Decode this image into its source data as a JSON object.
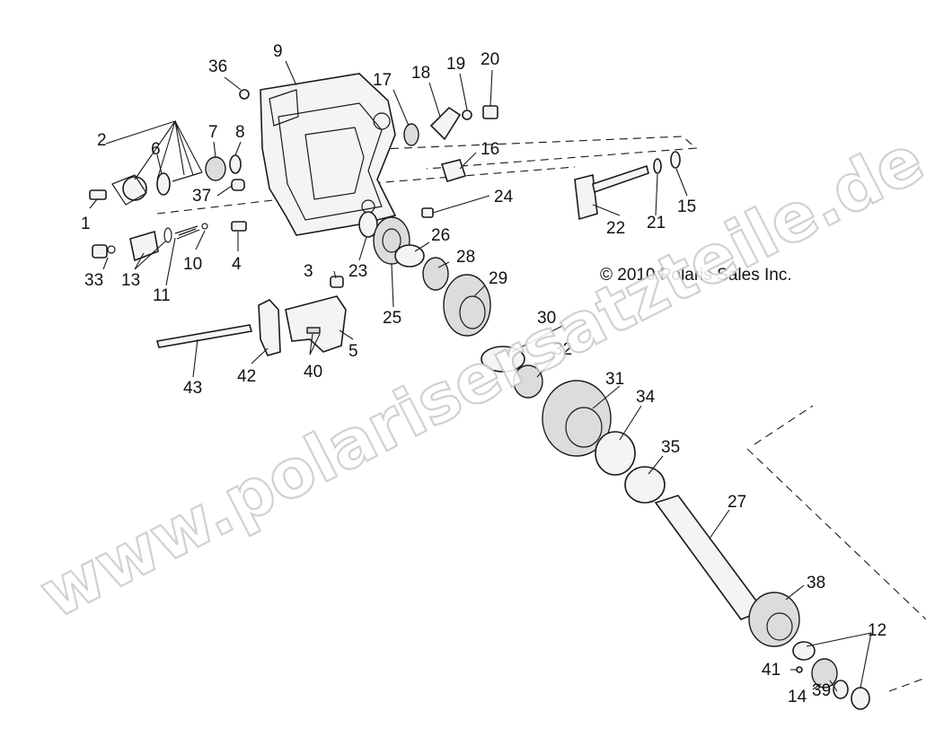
{
  "copyright": "© 2010 Polaris Sales Inc.",
  "watermark": "www.polarisersatzteile.de",
  "labels": [
    {
      "id": "1",
      "text": "1"
    },
    {
      "id": "2",
      "text": "2"
    },
    {
      "id": "3",
      "text": "3"
    },
    {
      "id": "4",
      "text": "4"
    },
    {
      "id": "5",
      "text": "5"
    },
    {
      "id": "6",
      "text": "6"
    },
    {
      "id": "7",
      "text": "7"
    },
    {
      "id": "8",
      "text": "8"
    },
    {
      "id": "9",
      "text": "9"
    },
    {
      "id": "10",
      "text": "10"
    },
    {
      "id": "11",
      "text": "11"
    },
    {
      "id": "12",
      "text": "12"
    },
    {
      "id": "13",
      "text": "13"
    },
    {
      "id": "14",
      "text": "14"
    },
    {
      "id": "15",
      "text": "15"
    },
    {
      "id": "16",
      "text": "16"
    },
    {
      "id": "17",
      "text": "17"
    },
    {
      "id": "18",
      "text": "18"
    },
    {
      "id": "19",
      "text": "19"
    },
    {
      "id": "20",
      "text": "20"
    },
    {
      "id": "21",
      "text": "21"
    },
    {
      "id": "22",
      "text": "22"
    },
    {
      "id": "23",
      "text": "23"
    },
    {
      "id": "24",
      "text": "24"
    },
    {
      "id": "25",
      "text": "25"
    },
    {
      "id": "26",
      "text": "26"
    },
    {
      "id": "27",
      "text": "27"
    },
    {
      "id": "28",
      "text": "28"
    },
    {
      "id": "29",
      "text": "29"
    },
    {
      "id": "30",
      "text": "30"
    },
    {
      "id": "31",
      "text": "31"
    },
    {
      "id": "32",
      "text": "32"
    },
    {
      "id": "33",
      "text": "33"
    },
    {
      "id": "34",
      "text": "34"
    },
    {
      "id": "35",
      "text": "35"
    },
    {
      "id": "36",
      "text": "36"
    },
    {
      "id": "37",
      "text": "37"
    },
    {
      "id": "38",
      "text": "38"
    },
    {
      "id": "39",
      "text": "39"
    },
    {
      "id": "40",
      "text": "40"
    },
    {
      "id": "41",
      "text": "41"
    },
    {
      "id": "42",
      "text": "42"
    },
    {
      "id": "43",
      "text": "43"
    }
  ]
}
